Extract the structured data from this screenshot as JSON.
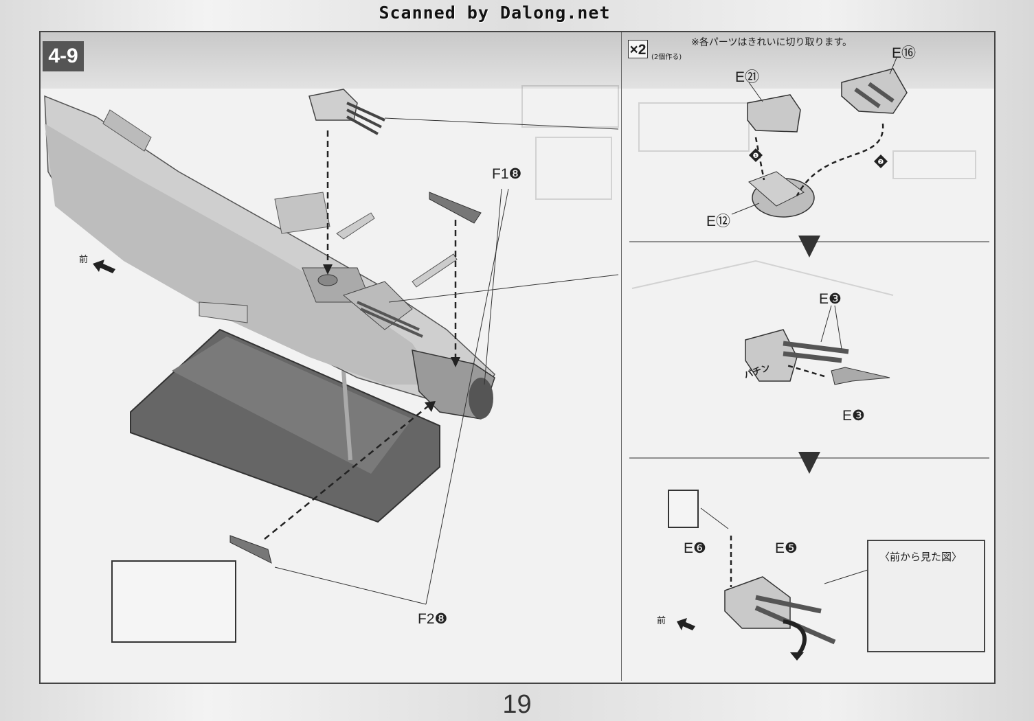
{
  "scan_credit": "Scanned by Dalong.net",
  "step": {
    "number": "4-9"
  },
  "left_panel": {
    "labels": {
      "f1": "F1❽",
      "f2": "F2❽",
      "front": "前"
    }
  },
  "right_panel": {
    "multiplier": "×2",
    "multiplier_note": "(2個作る)",
    "cut_note": "※各パーツはきれいに切り取ります。",
    "stage1": {
      "labels": {
        "e21": "E㉑",
        "e16": "E⑯",
        "e12": "E⑫"
      },
      "step_markers": [
        "❶",
        "❷"
      ]
    },
    "stage2": {
      "labels": {
        "e3_top": "E❸",
        "e3_bottom": "E❸",
        "snap_sound": "パチン"
      }
    },
    "stage3": {
      "labels": {
        "e6": "E❻",
        "e5": "E❺",
        "front": "前",
        "front_view_title": "〈前から見た図〉"
      }
    }
  },
  "page_number": "19"
}
